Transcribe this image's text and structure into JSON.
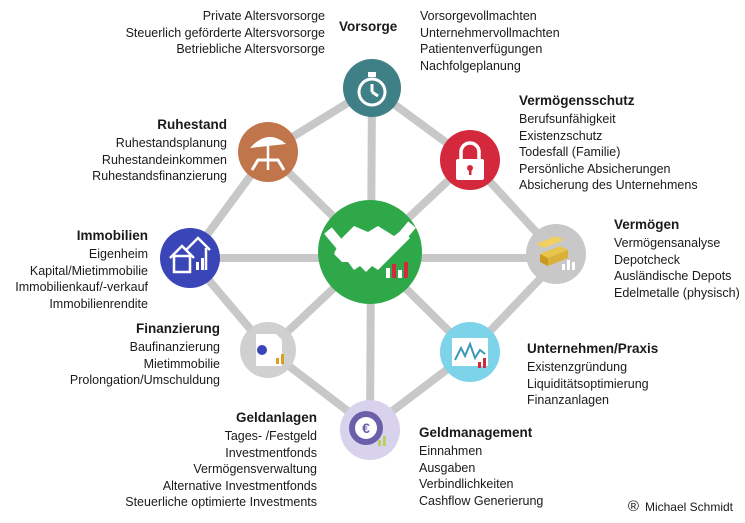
{
  "center": {
    "name": "financial-advice-handshake-icon"
  },
  "nodes": {
    "vorsorge": {
      "title": "Vorsorge",
      "color": "#3f7f86",
      "icon": "stopwatch-icon"
    },
    "vorsorge_left": [
      "Private Altersvorsorge",
      "Steuerlich geförderte Altersvorsorge",
      "Betriebliche Altersvorsorge"
    ],
    "vorsorge_right": [
      "Vorsorgevollmachten",
      "Unternehmervollmachten",
      "Patientenverfügungen",
      "Nachfolgeplanung"
    ],
    "vermoegensschutz": {
      "title": "Vermögensschutz",
      "color": "#d4283c",
      "icon": "padlock-icon",
      "items": [
        "Berufsunfähigkeit",
        "Existenzschutz",
        "Todesfall (Familie)",
        "Persönliche Absicherungen",
        "Absicherung des Unternehmens"
      ]
    },
    "vermoegen": {
      "title": "Vermögen",
      "color": "#c8c8c8",
      "icon": "gold-bars-icon",
      "items": [
        "Vermögensanalyse",
        "Depotcheck",
        "Ausländische Depots",
        "Edelmetalle (physisch)"
      ]
    },
    "unternehmen": {
      "title": "Unternehmen/Praxis",
      "color": "#7dd3e8",
      "icon": "business-chart-icon",
      "items": [
        "Existenzgründung",
        "Liquiditätsoptimierung",
        "Finanzanlagen"
      ]
    },
    "geldmanagement": {
      "title": "Geldmanagement",
      "color": "#d8d2ec",
      "icon": "euro-gear-icon",
      "items": [
        "Einnahmen",
        "Ausgaben",
        "Verbindlichkeiten",
        "Cashflow Generierung"
      ]
    },
    "geldanlagen": {
      "title": "Geldanlagen",
      "items": [
        "Tages- /Festgeld",
        "Investmentfonds",
        "Vermögensverwaltung",
        "Alternative Investmentfonds",
        "Steuerliche optimierte Investments"
      ]
    },
    "finanzierung": {
      "title": "Finanzierung",
      "color": "#d0d0d0",
      "icon": "document-seal-icon",
      "items": [
        "Baufinanzierung",
        "Mietimmobilie",
        "Prolongation/Umschuldung"
      ]
    },
    "immobilien": {
      "title": "Immobilien",
      "color": "#3a45b8",
      "icon": "houses-icon",
      "items": [
        "Eigenheim",
        "Kapital/Mietimmobilie",
        "Immobilienkauf/-verkauf",
        "Immobilienrendite"
      ]
    },
    "ruhestand": {
      "title": "Ruhestand",
      "color": "#c0754a",
      "icon": "beach-chair-icon",
      "items": [
        "Ruhestandsplanung",
        "Ruhestandeinkommen",
        "Ruhestandsfinanzierung"
      ]
    }
  },
  "center_color": "#2fa84a",
  "line_color": "#c8c8c8",
  "credit": {
    "symbol": "®",
    "name": "Michael Schmidt"
  }
}
